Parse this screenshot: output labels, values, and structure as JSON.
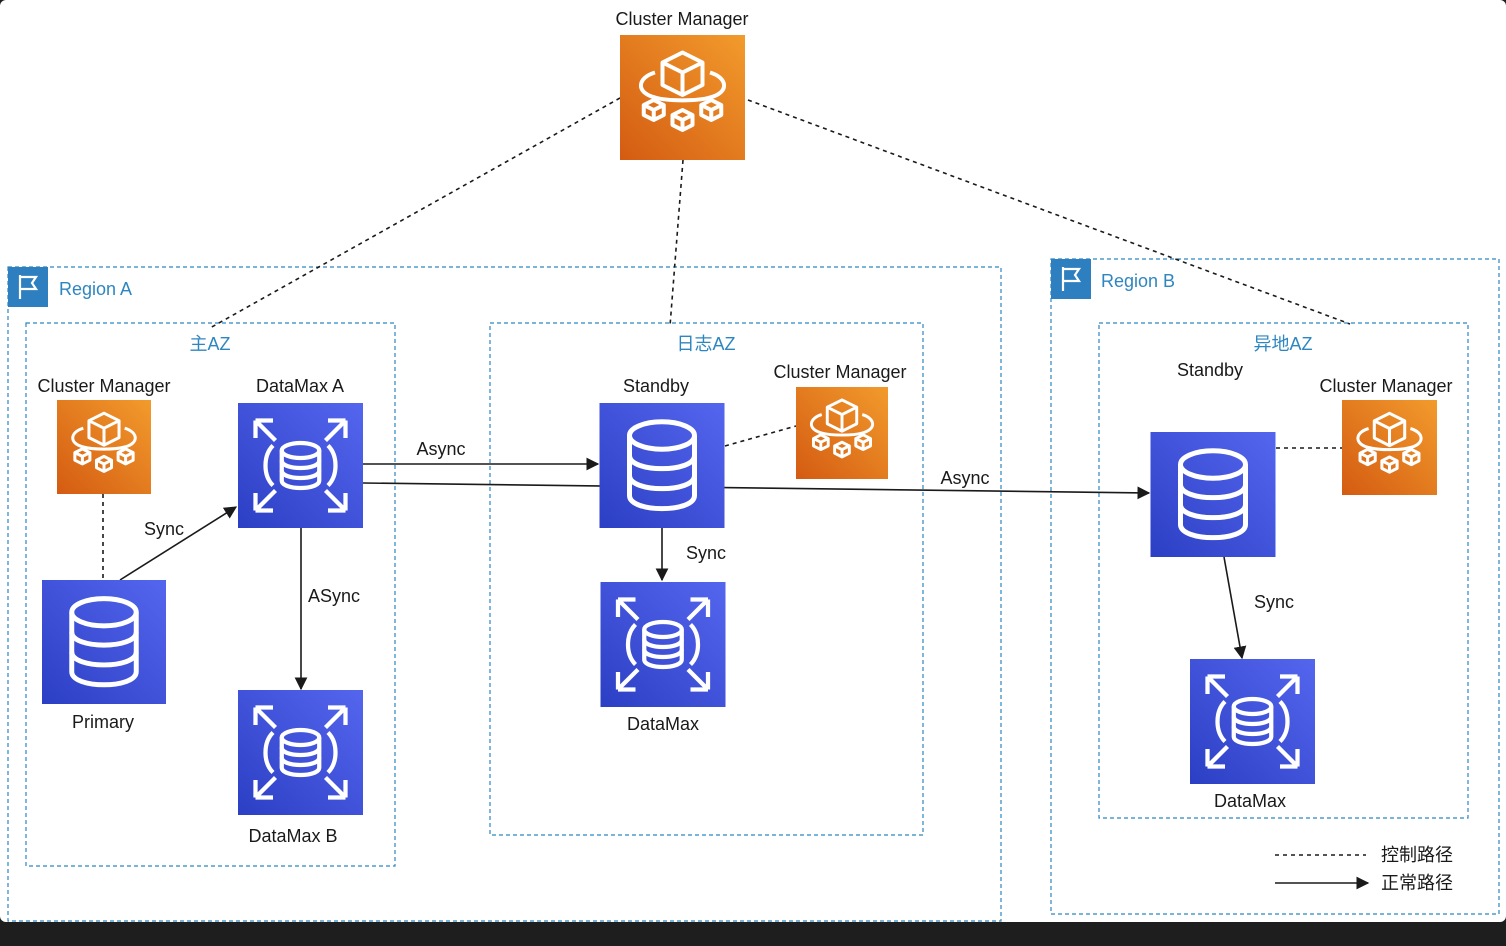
{
  "top_manager": {
    "label": "Cluster Manager"
  },
  "region_a": {
    "title": "Region A",
    "main_az": {
      "title": "主AZ",
      "cluster_manager": "Cluster Manager",
      "datamax_a": "DataMax A",
      "primary": "Primary",
      "datamax_b": "DataMax B",
      "sync_label": "Sync",
      "async_label": "ASync"
    },
    "log_az": {
      "title": "日志AZ",
      "standby": "Standby",
      "cluster_manager": "Cluster Manager",
      "datamax": "DataMax",
      "sync_label": "Sync"
    },
    "async_to_log": "Async"
  },
  "region_b": {
    "title": "Region B",
    "remote_az": {
      "title": "异地AZ",
      "standby": "Standby",
      "cluster_manager": "Cluster Manager",
      "datamax": "DataMax",
      "sync_label": "Sync"
    }
  },
  "async_to_remote": "Async",
  "legend": {
    "control_path": "控制路径",
    "normal_path": "正常路径"
  },
  "colors": {
    "manager_orange": "#e8731c",
    "db_blue": "#3b4fd6",
    "region_border": "#2e86c1",
    "line": "#1a1a1a"
  },
  "icons": {
    "cluster_manager": "cluster-manager-icon",
    "database": "database-icon",
    "datamax": "datamax-icon",
    "region_flag": "region-flag-icon"
  }
}
